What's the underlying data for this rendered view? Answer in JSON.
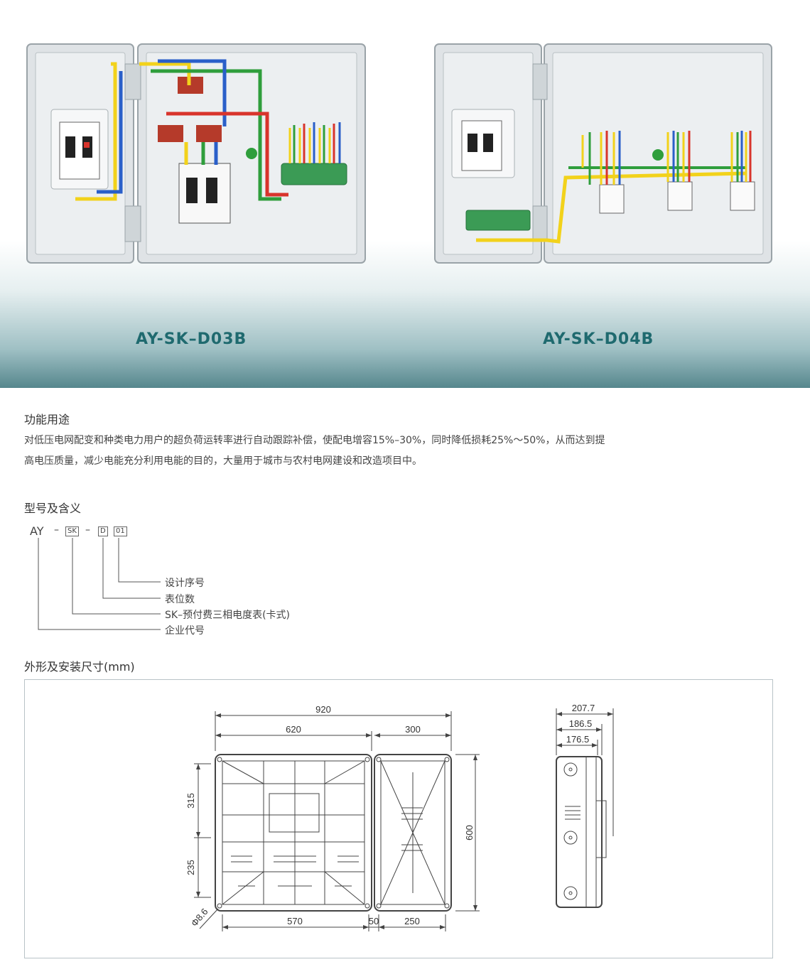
{
  "products": [
    {
      "model": "AY-SK–D03B"
    },
    {
      "model": "AY-SK–D04B"
    }
  ],
  "function": {
    "title": "功能用途",
    "line1": "对低压电网配变和种类电力用户的超负荷运转率进行自动跟踪补偿，使配电增容15%–30%，同时降低损耗25%～50%，从而达到提",
    "line2": "高电压质量，减少电能充分利用电能的目的，大量用于城市与农村电网建设和改造项目中。"
  },
  "model_code": {
    "title": "型号及含义",
    "prefix": "AY",
    "dash1": "–",
    "box1": "SK",
    "dash2": "–",
    "box2": "D",
    "box3": "01",
    "meanings": [
      "设计序号",
      "表位数",
      "SK–预付费三相电度表(卡式)",
      "企业代号"
    ]
  },
  "dimensions": {
    "title": "外形及安装尺寸(mm)",
    "front": {
      "total_width": "920",
      "left_width": "620",
      "right_width": "300",
      "height": "600",
      "upper_height": "315",
      "lower_height": "235",
      "hole": "Φ8.6",
      "bottom_left": "570",
      "bottom_gap": "50",
      "bottom_right": "250"
    },
    "side": {
      "d1": "207.7",
      "d2": "186.5",
      "d3": "176.5"
    }
  },
  "colors": {
    "brand_teal": "#1f6a6f",
    "wire_yellow": "#f2d21b",
    "wire_green": "#2f9e3c",
    "wire_red": "#d8342c",
    "wire_blue": "#2a5fc9"
  }
}
